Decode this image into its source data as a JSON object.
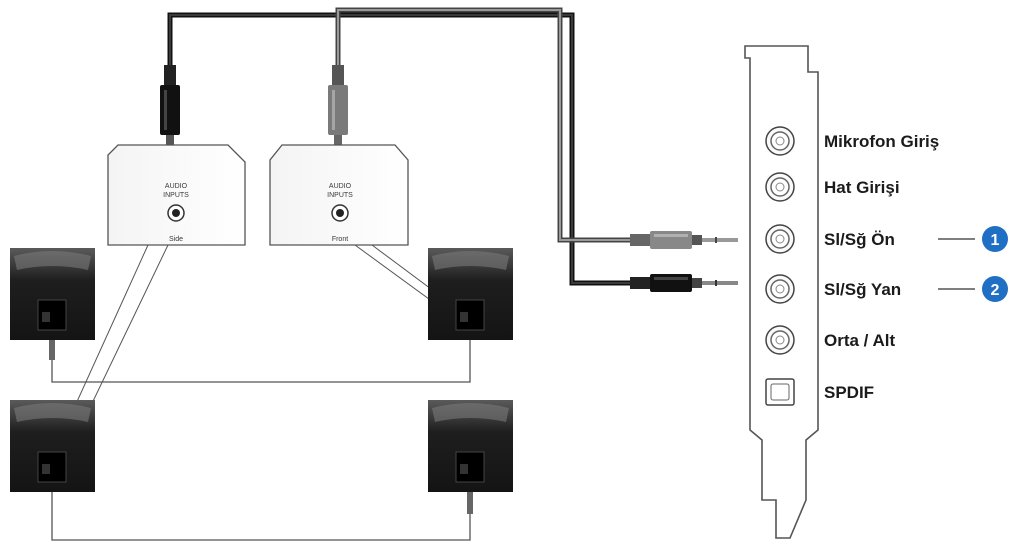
{
  "amp_boxes": {
    "side": {
      "line1": "AUDIO",
      "line2": "INPUTS",
      "label": "Side"
    },
    "front": {
      "line1": "AUDIO",
      "line2": "INPUTS",
      "label": "Front"
    }
  },
  "ports": [
    {
      "label": "Mikrofon Giriş",
      "type": "jack"
    },
    {
      "label": "Hat Girişi",
      "type": "jack"
    },
    {
      "label": "Sl/Sğ Ön",
      "type": "jack",
      "badge": "1"
    },
    {
      "label": "Sl/Sğ Yan",
      "type": "jack",
      "badge": "2"
    },
    {
      "label": "Orta / Alt",
      "type": "jack"
    },
    {
      "label": "SPDIF",
      "type": "optical"
    }
  ],
  "colors": {
    "badge": "#1f6fc4",
    "cable_dark": "#2a2a2a",
    "cable_gray": "#777777",
    "speaker": "#222222"
  }
}
